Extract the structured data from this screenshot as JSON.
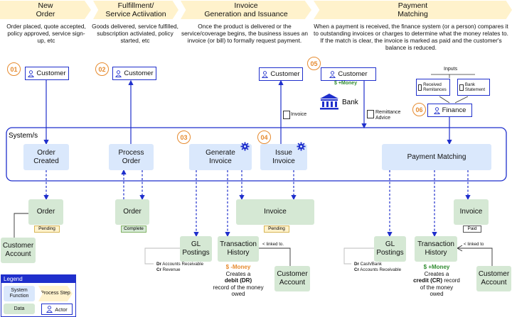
{
  "stages": [
    {
      "title_1": "New",
      "title_2": "Order",
      "desc": "Order placed, quote accepted, policy approved, service sign-up, etc"
    },
    {
      "title_1": "Fulfillment/",
      "title_2": "Service Actiivation",
      "desc": "Goods delivered, service fulfilled, subscription activiated, policy started, etc"
    },
    {
      "title_1": "Invoice",
      "title_2": "Generation and Issuance",
      "desc": "Once the product is delivered or the service/coverage begins, the business issues an invoice (or bill) to formally request payment."
    },
    {
      "title_1": "Payment",
      "title_2": "Matching",
      "desc": "When a payment is received, the finance system (or a person) compares it to outstanding invoices or charges to determine what the money relates to. If the match is clear, the invoice is marked as paid and the customer's balance is reduced."
    }
  ],
  "steps": {
    "s1": "01",
    "s2": "02",
    "s3": "03",
    "s4": "04",
    "s5": "05",
    "s6": "06"
  },
  "actors": {
    "customer": "Customer",
    "finance": "Finance"
  },
  "system_label": "System/s",
  "functions": {
    "order_created": "Order Created",
    "process_order": "Process Order",
    "generate_invoice": "Generate Invoice",
    "issue_invoice": "Issue Invoice",
    "payment_matching": "Payment Matching"
  },
  "data": {
    "order": "Order",
    "customer_account": "Customer Account",
    "order_complete": "Order",
    "invoice": "Invoice",
    "invoice_paid": "Invoice",
    "gl_postings": "GL Postings",
    "transaction_history": "Transaction History"
  },
  "badges": {
    "pending": "Pending",
    "complete": "Complete",
    "paid": "Paid"
  },
  "labels": {
    "money": "$ +Money",
    "money_neg": "$ -Money",
    "bank": "Bank",
    "invoice_doc": "Invoice",
    "remittance_advice": "Remittance Advice",
    "inputs": "Inputs",
    "received_remittances": "Received Remitances",
    "bank_statement": "Bank Statement",
    "linked_to": "< linked to.",
    "linked_to_2": "< linked to"
  },
  "gl_left": {
    "dr_k": "Dr",
    "dr": "Accounts Receivable",
    "cr_k": "Cr",
    "cr": "Revenue"
  },
  "gl_right": {
    "dr_k": "Dr",
    "dr": "Cash/Bank",
    "cr_k": "Cr",
    "cr": "Accounts Receivable"
  },
  "notes": {
    "left": {
      "l1": "Creates a",
      "bold": "debit (DR)",
      "l3": "record of the money",
      "l4": "owed"
    },
    "right": {
      "l1": "Creates a",
      "bold": "credit (CR)",
      "l2b": " record",
      "l3": "of the money",
      "l4": "owed"
    }
  },
  "legend": {
    "title": "Legend",
    "system_function": "System Function",
    "process_step": "Process Step",
    "data": "Data",
    "actor": "Actor"
  },
  "colors": {
    "accent": "#1f2fcc",
    "step": "#e68a2e",
    "stage": "#fff2cc",
    "system": "#dae8fc",
    "data": "#d5e8d4",
    "money": "#2e8b2e"
  }
}
